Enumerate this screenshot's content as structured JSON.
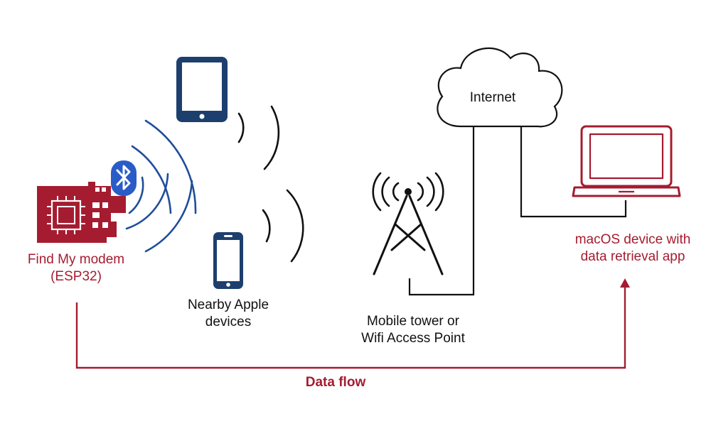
{
  "colors": {
    "accent_red": "#a51c30",
    "device_blue": "#1d3f6e",
    "wave_blue": "#1f4e9a",
    "line_black": "#111111",
    "bluetooth_blue": "#2a5cc8"
  },
  "icons": {
    "modem": "circuit-board-icon",
    "bluetooth": "bluetooth-icon",
    "tablet": "tablet-icon",
    "phone": "smartphone-icon",
    "tower": "cell-tower-icon",
    "cloud": "cloud-icon",
    "laptop": "laptop-icon"
  },
  "modem": {
    "line1": "Find My modem",
    "line2": "(ESP32)"
  },
  "apple_devices": {
    "line1": "Nearby Apple",
    "line2": "devices"
  },
  "tower": {
    "line1": "Mobile tower or",
    "line2": "Wifi Access Point"
  },
  "cloud": {
    "label": "Internet"
  },
  "mac": {
    "line1": "macOS device with",
    "line2": "data retrieval app"
  },
  "flow": {
    "label": "Data flow"
  }
}
